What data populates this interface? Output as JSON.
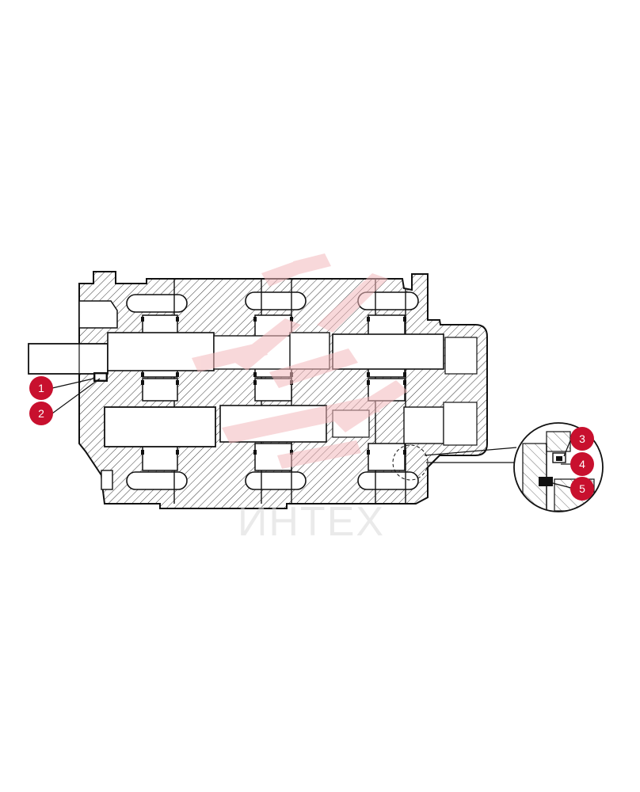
{
  "watermark": {
    "text": "ИНТЕХ",
    "logo": "intech-logo-mark",
    "logo_color": "#f4b9bc"
  },
  "callouts": [
    {
      "label": "1"
    },
    {
      "label": "2"
    },
    {
      "label": "3"
    },
    {
      "label": "4"
    },
    {
      "label": "5"
    }
  ],
  "colors": {
    "callout_fill": "#c8102e",
    "line": "#111111",
    "background": "#ffffff"
  }
}
